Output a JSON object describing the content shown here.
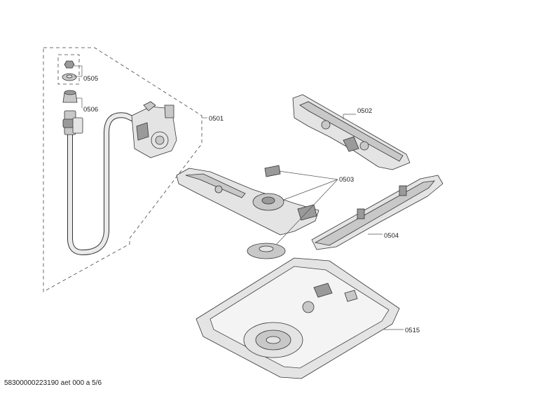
{
  "callouts": {
    "c0501": "0501",
    "c0502": "0502",
    "c0503": "0503",
    "c0504": "0504",
    "c0505": "0505",
    "c0506": "0506",
    "c0515": "0515"
  },
  "footer": {
    "document_id": "58300000223190 aet 000 a 5/6"
  }
}
